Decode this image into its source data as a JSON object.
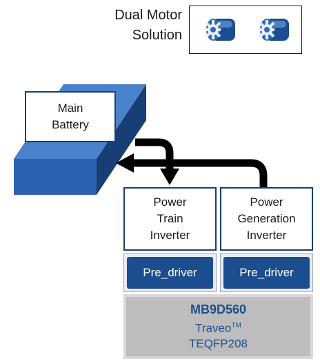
{
  "legend": {
    "label_line1": "Dual Motor",
    "label_line2": "Solution",
    "icon": "motor-icon"
  },
  "battery": {
    "label_line1": "Main",
    "label_line2": "Battery"
  },
  "inverters": {
    "power_train": {
      "line1": "Power",
      "line2": "Train",
      "line3": "Inverter"
    },
    "power_generation": {
      "line1": "Power",
      "line2": "Generation",
      "line3": "Inverter"
    }
  },
  "predrivers": {
    "left_label": "Pre_driver",
    "right_label": "Pre_driver"
  },
  "mcu": {
    "name": "MB9D560",
    "series": "Traveo",
    "trademark": "TM",
    "package": "TEQFP208"
  },
  "colors": {
    "dark_blue": "#1c4d8f",
    "mid_blue": "#2d6cb5",
    "light_blue": "#5b8fd2",
    "gray": "#bdbdbd"
  }
}
